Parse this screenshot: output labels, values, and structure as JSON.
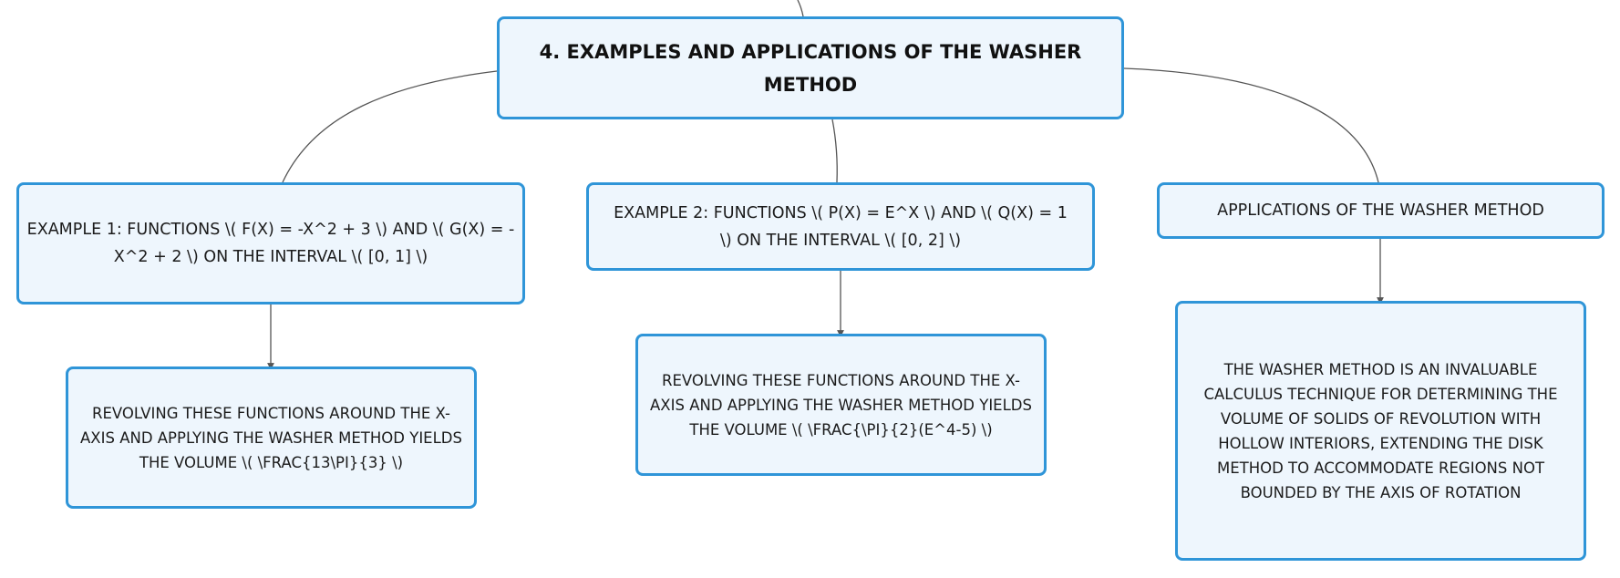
{
  "root": {
    "title": "4. EXAMPLES AND APPLICATIONS OF THE WASHER METHOD"
  },
  "branches": [
    {
      "label": "EXAMPLE 1: FUNCTIONS \\( F(X) = -X^2 + 3 \\) AND \\( G(X) = -X^2 + 2 \\) ON THE INTERVAL \\( [0, 1] \\)",
      "child": "REVOLVING THESE FUNCTIONS AROUND THE X-AXIS AND APPLYING THE WASHER METHOD YIELDS THE VOLUME \\( \\FRAC{13\\PI}{3} \\)"
    },
    {
      "label": "EXAMPLE 2: FUNCTIONS \\( P(X) = E^X \\) AND \\( Q(X) = 1 \\) ON THE INTERVAL \\( [0, 2] \\)",
      "child": "REVOLVING THESE FUNCTIONS AROUND THE X-AXIS AND APPLYING THE WASHER METHOD YIELDS THE VOLUME \\( \\FRAC{\\PI}{2}(E^4-5) \\)"
    },
    {
      "label": "APPLICATIONS OF THE WASHER METHOD",
      "child": "THE WASHER METHOD IS AN INVALUABLE CALCULUS TECHNIQUE FOR DETERMINING THE VOLUME OF SOLIDS OF REVOLUTION WITH HOLLOW INTERIORS, EXTENDING THE DISK METHOD TO ACCOMMODATE REGIONS NOT BOUNDED BY THE AXIS OF ROTATION"
    }
  ],
  "colors": {
    "node_border": "#2f95d8",
    "node_fill": "#eef6fd",
    "connector": "#555555",
    "text": "#1b1b1b"
  }
}
